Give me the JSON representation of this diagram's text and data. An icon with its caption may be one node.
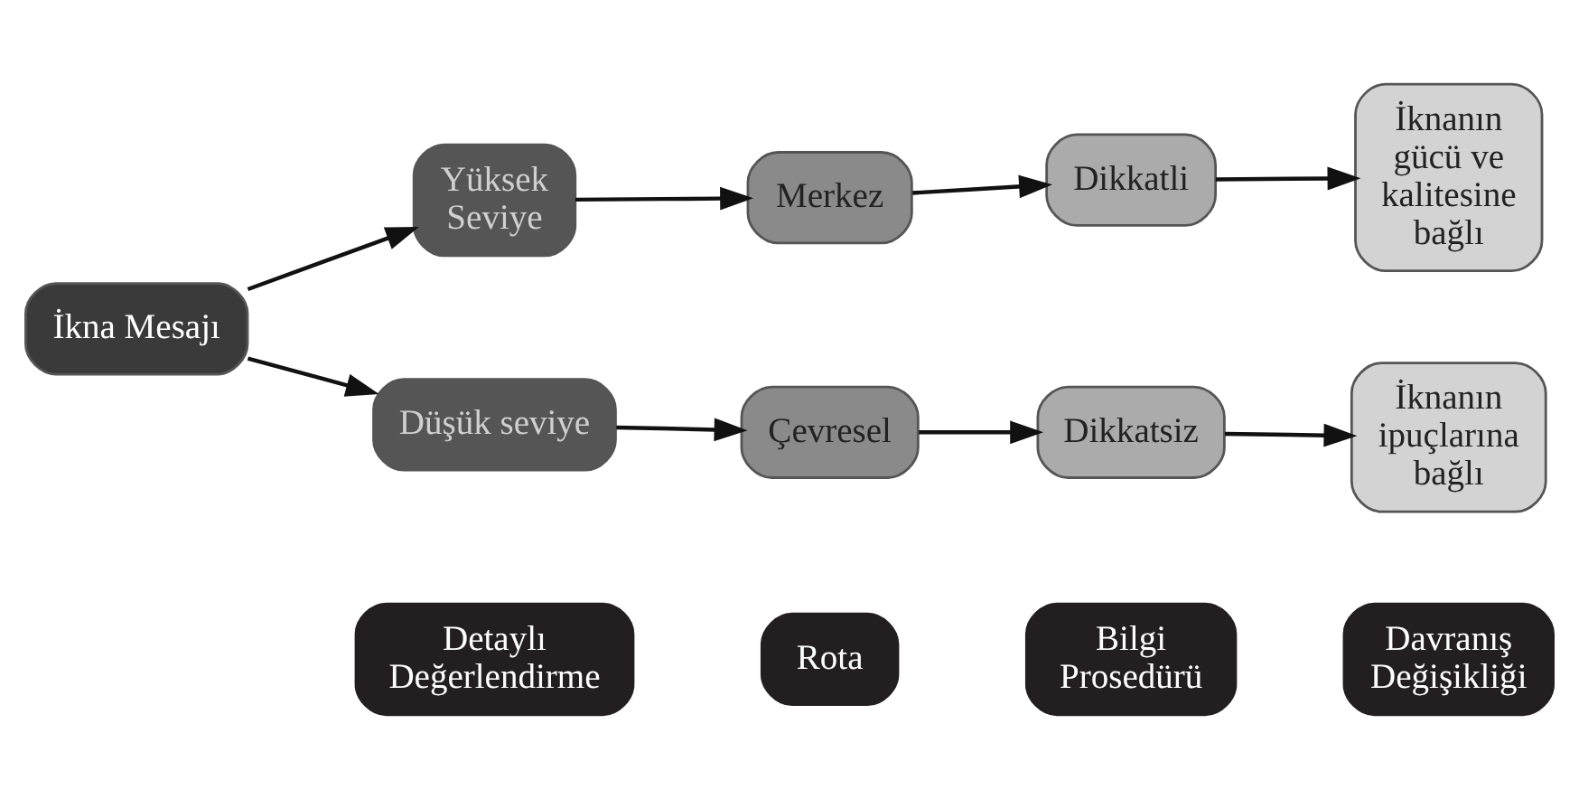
{
  "diagram": {
    "nodes": [
      {
        "text": [
          "Detaylı Değerlendirme"
        ]
      },
      {
        "text": [
          "Rota"
        ]
      },
      {
        "text": [
          "Bilgi Prosedürü"
        ]
      },
      {
        "text": [
          "Davranış Değişikliği"
        ]
      },
      {
        "text": [
          "İkna Mesajı"
        ]
      },
      {
        "text": [
          "Yüksek Seviye"
        ]
      },
      {
        "text": [
          "Merkez"
        ]
      },
      {
        "text": [
          "Dikkatli"
        ]
      },
      {
        "text": [
          "İknanın gücü ve kalitesine bağlı"
        ]
      },
      {
        "text": [
          "Düşük seviye"
        ]
      },
      {
        "text": [
          "Çevresel"
        ]
      },
      {
        "text": [
          "Dikkatsiz"
        ]
      },
      {
        "text": [
          "İknanın ipuçlarına bağlı"
        ]
      }
    ],
    "edges": [
      {
        "from": 4,
        "to": 5,
        "arrow": "to"
      },
      {
        "from": 4,
        "to": 9,
        "arrow": "to"
      },
      {
        "from": 5,
        "to": 6,
        "arrow": "to"
      },
      {
        "from": 6,
        "to": 7,
        "arrow": "to"
      },
      {
        "from": 7,
        "to": 8,
        "arrow": "to"
      },
      {
        "from": 9,
        "to": 10,
        "arrow": "to"
      },
      {
        "from": 10,
        "to": 11,
        "arrow": "to"
      },
      {
        "from": 11,
        "to": 12,
        "arrow": "to"
      }
    ]
  }
}
